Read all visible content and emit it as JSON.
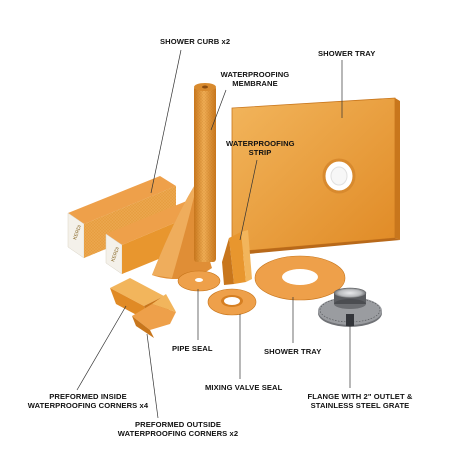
{
  "labels": {
    "shower_curb": "SHOWER CURB x2",
    "shower_tray_top": "SHOWER TRAY",
    "membrane_line1": "WATERPROOFING",
    "membrane_line2": "MEMBRANE",
    "strip_line1": "WATERPROOFING",
    "strip_line2": "STRIP",
    "pipe_seal": "PIPE SEAL",
    "shower_tray_bottom": "SHOWER TRAY",
    "mixing_valve_seal": "MIXING VALVE SEAL",
    "inside_corners_line1": "PREFORMED INSIDE",
    "inside_corners_line2": "WATERPROOFING CORNERS x4",
    "outside_corners_line1": "PREFORMED OUTSIDE",
    "outside_corners_line2": "WATERPROOFING CORNERS x2",
    "flange_line1": "FLANGE WITH 2\" OUTLET &",
    "flange_line2": "STAINLESS STEEL GRATE"
  },
  "colors": {
    "orange": "#e8962e",
    "orange_light": "#f2b55c",
    "orange_dark": "#c8761c",
    "foam_white": "#f4f1ea",
    "steel": "#9a9ca0",
    "label_text": "#111111",
    "leader_line": "#333333"
  }
}
